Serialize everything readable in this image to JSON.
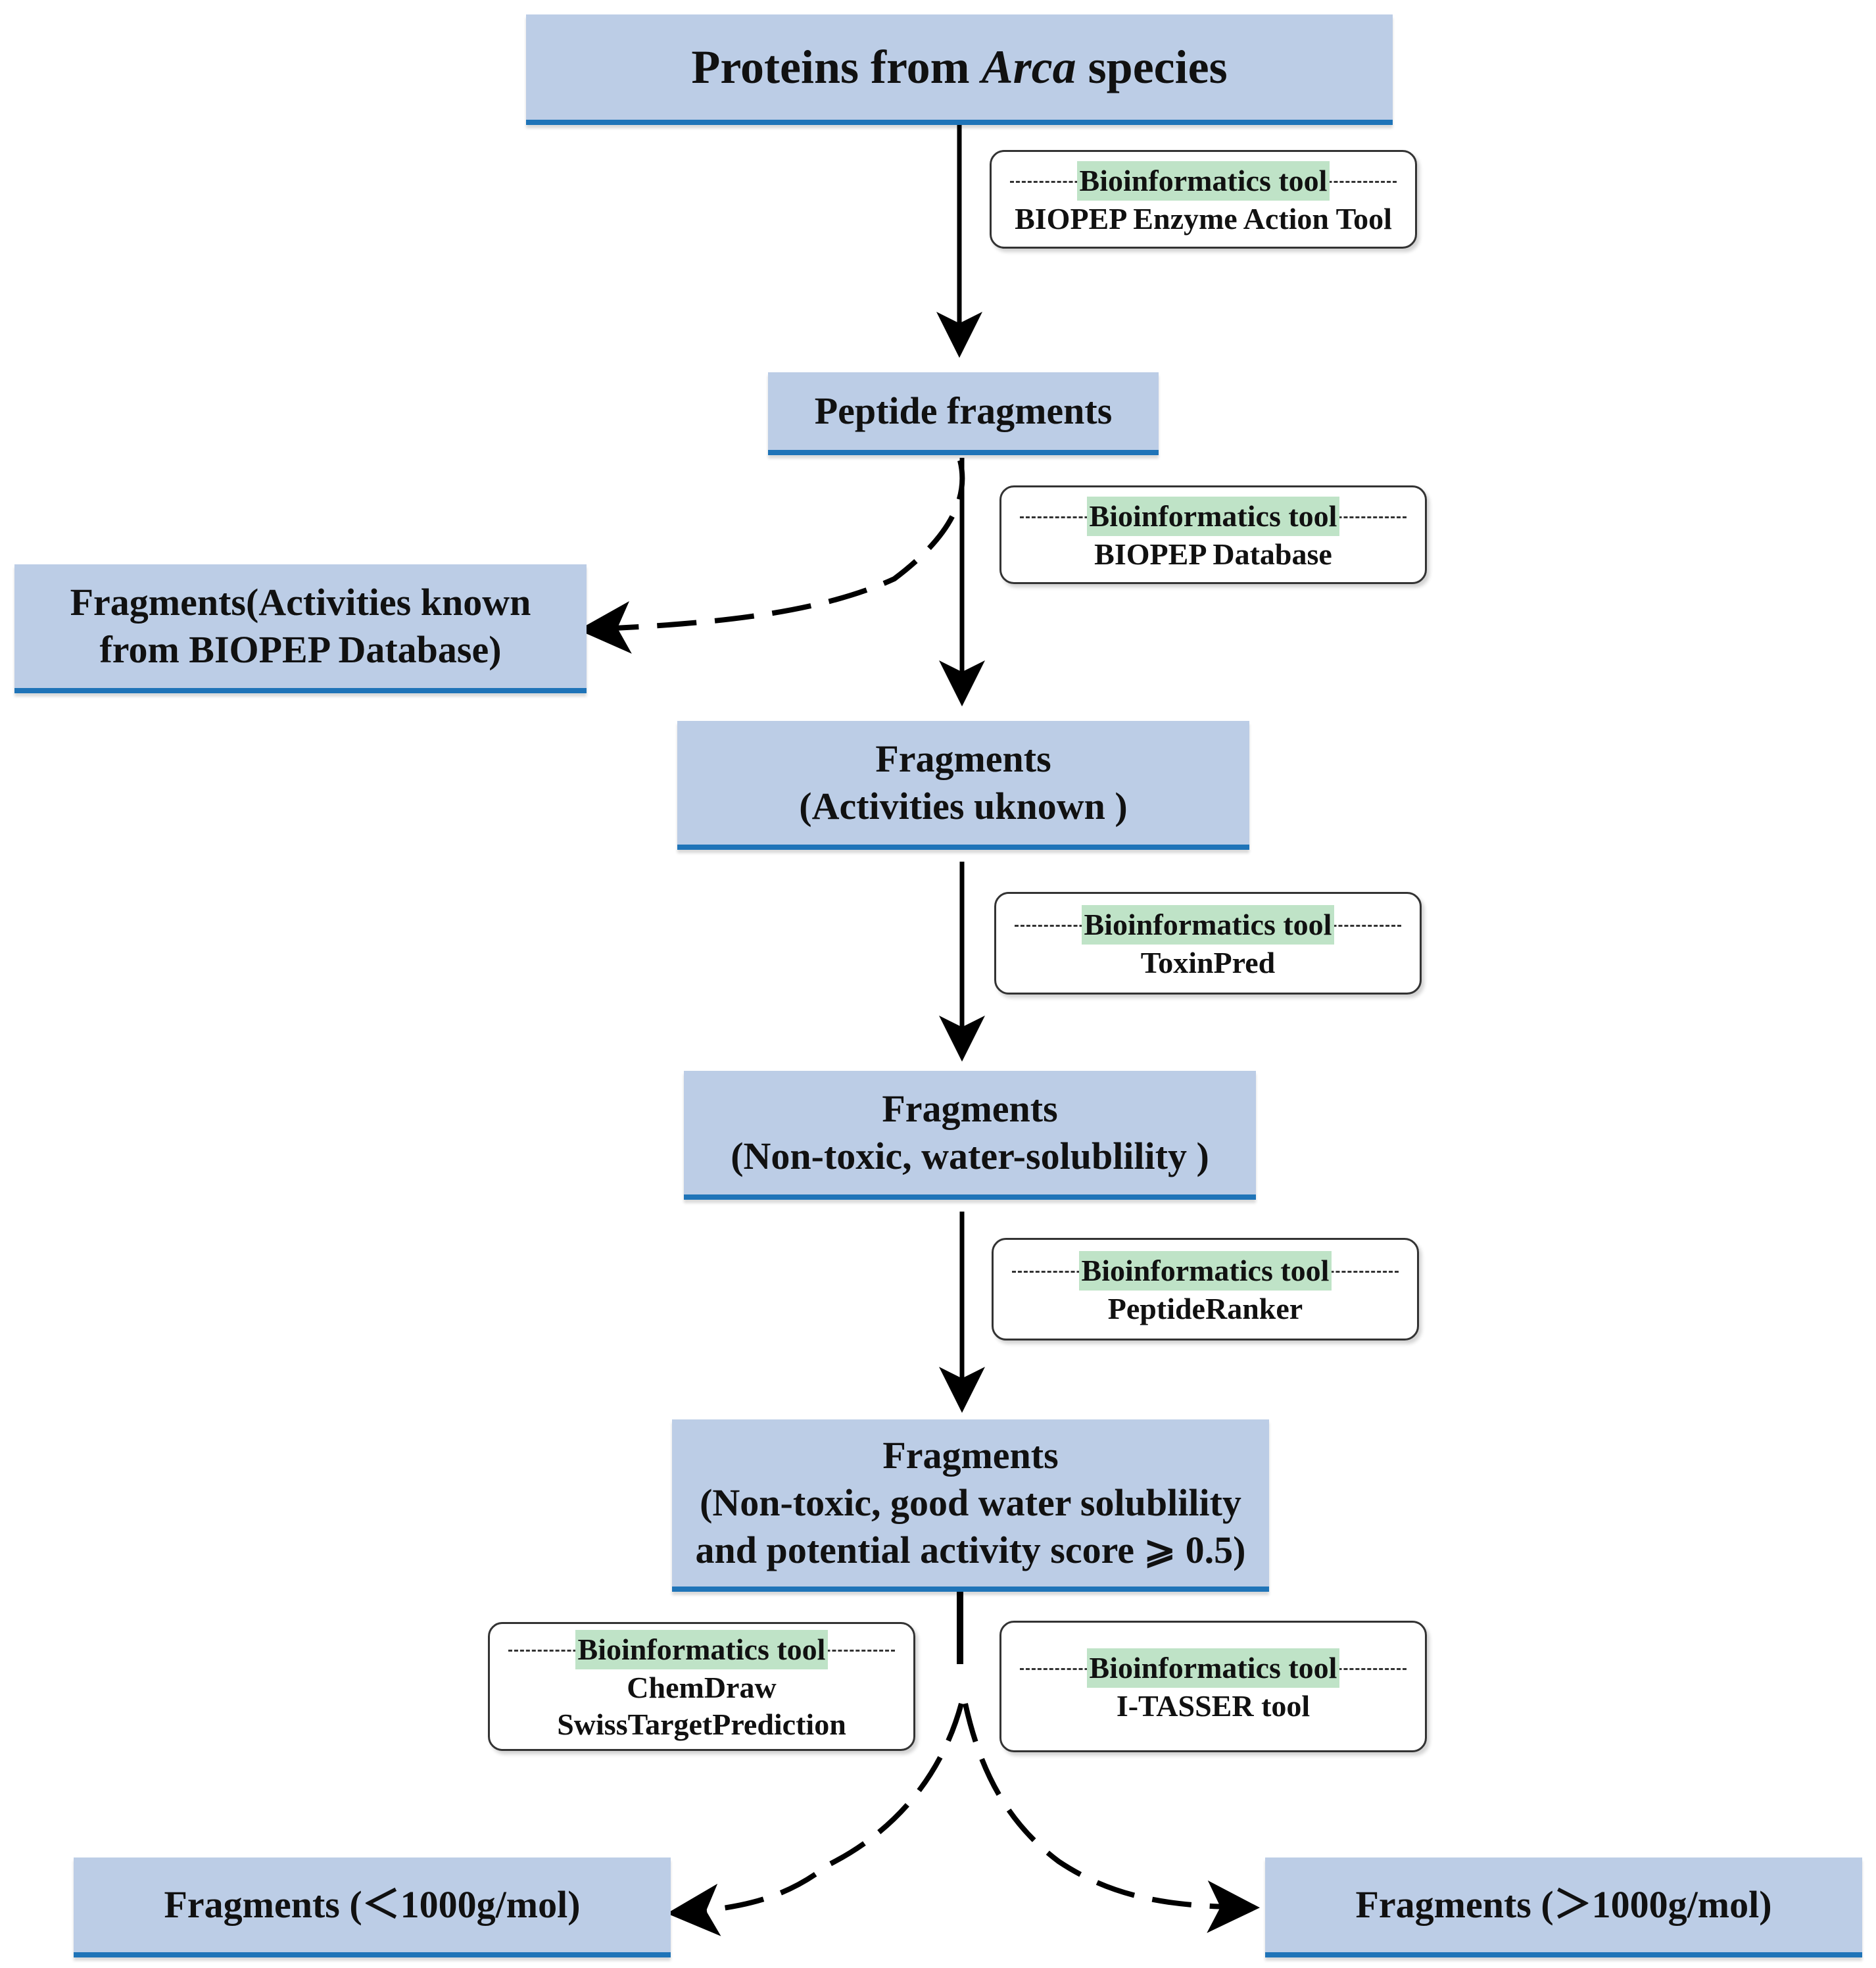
{
  "nodes": {
    "proteins": {
      "prefix": "Proteins from ",
      "italic": "Arca",
      "suffix": " species"
    },
    "peptide_fragments": {
      "line1": "Peptide fragments"
    },
    "known": {
      "line1": "Fragments(Activities known",
      "line2": "from BIOPEP Database)"
    },
    "unknown": {
      "line1": "Fragments",
      "line2": "(Activities uknown )"
    },
    "nontoxic": {
      "line1": "Fragments",
      "line2": "(Non-toxic, water-solublility )"
    },
    "scored": {
      "line1": "Fragments",
      "line2": "(Non-toxic, good water solublility",
      "line3": "and potential activity score ⩾ 0.5)"
    },
    "small": {
      "line1": "Fragments (＜1000g/mol)"
    },
    "large": {
      "line1": "Fragments (＞1000g/mol)"
    }
  },
  "tools": [
    {
      "header": "Bioinformatics tool",
      "values": [
        "BIOPEP Enzyme Action Tool"
      ]
    },
    {
      "header": "Bioinformatics tool",
      "values": [
        "BIOPEP Database"
      ]
    },
    {
      "header": "Bioinformatics tool",
      "values": [
        "ToxinPred"
      ]
    },
    {
      "header": "Bioinformatics tool",
      "values": [
        "PeptideRanker"
      ]
    },
    {
      "header": "Bioinformatics tool",
      "values": [
        "ChemDraw",
        "SwissTargetPrediction"
      ]
    },
    {
      "header": "Bioinformatics tool",
      "values": [
        "I-TASSER tool"
      ]
    }
  ],
  "colors": {
    "box_fill": "#bccde6",
    "box_underline": "#1f74b8",
    "tool_highlight": "#bfe3c7"
  }
}
